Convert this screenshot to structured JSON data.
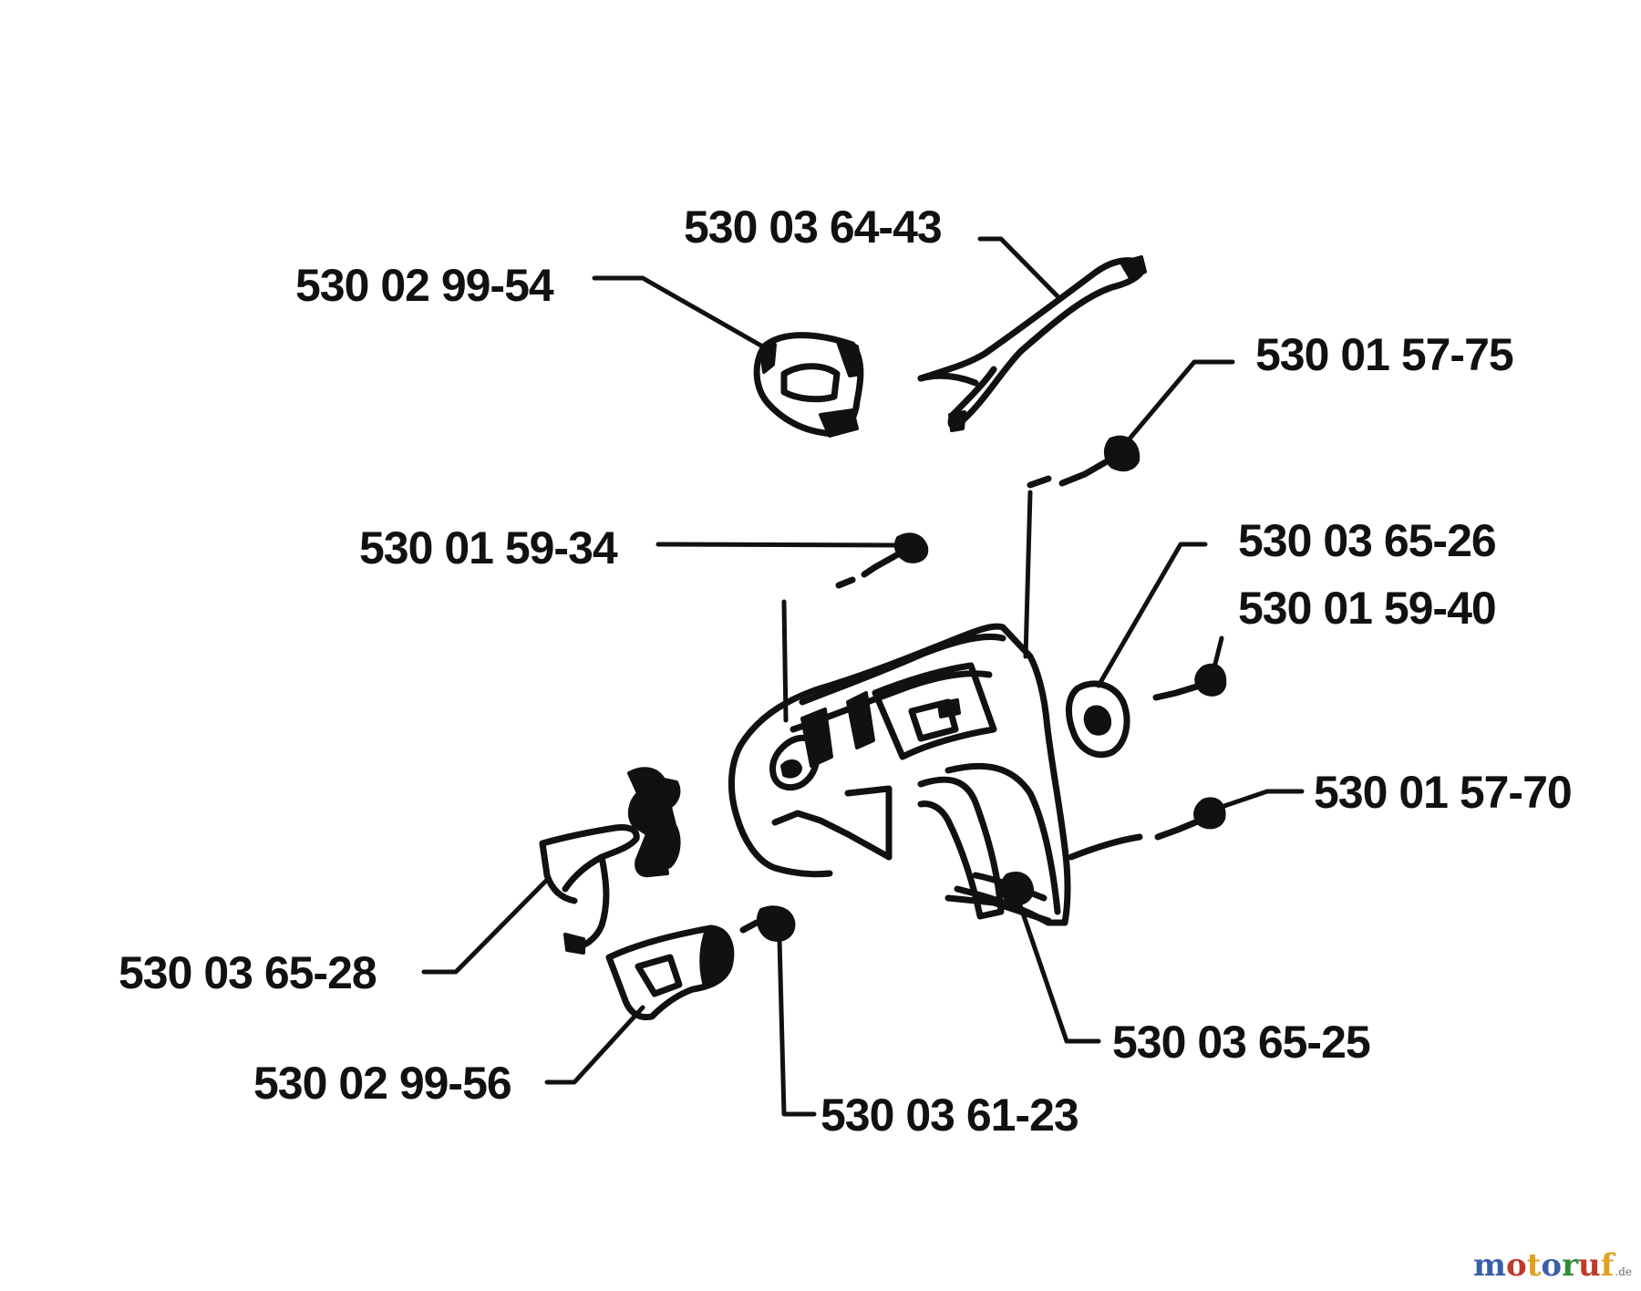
{
  "diagram": {
    "part_numbers": [
      "530 03 64-43",
      "530 02 99-54",
      "530 01 57-75",
      "530 01 59-34",
      "530 03 65-26",
      "530 01 59-40",
      "530 01 57-70",
      "530 03 65-28",
      "530 03 65-25",
      "530 02 99-56",
      "530 03 61-23"
    ]
  },
  "watermark": {
    "letters": [
      "m",
      "o",
      "t",
      "o",
      "r",
      "u",
      "f"
    ],
    "letter_colors": [
      "#3a5fa8",
      "#c0392b",
      "#e0a020",
      "#3a5fa8",
      "#2e8b3a",
      "#c0392b",
      "#e0a020"
    ],
    "suffix": ".de"
  }
}
